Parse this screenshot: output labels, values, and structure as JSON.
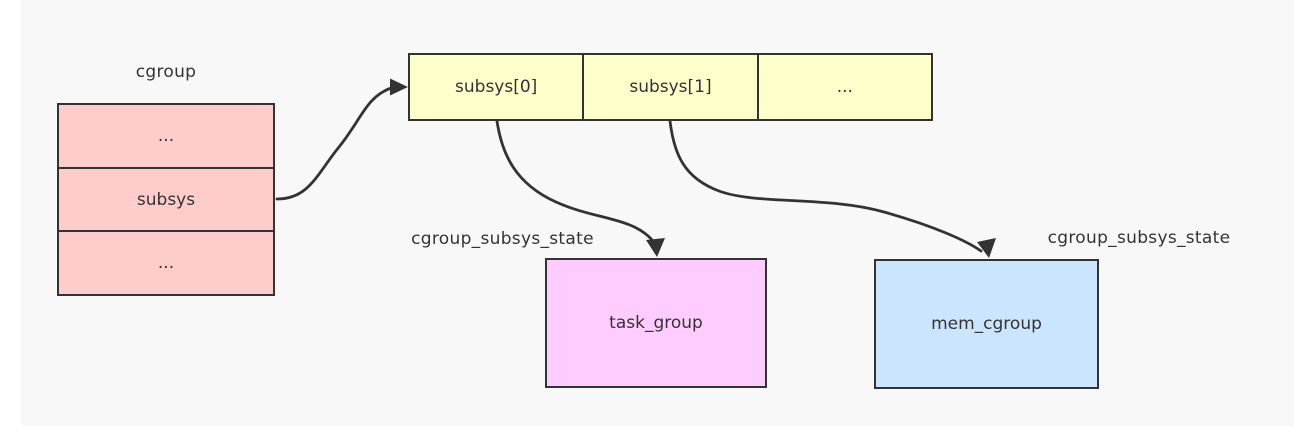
{
  "colors": {
    "stroke": "#333333",
    "text": "#333333",
    "panel": "#f8f8f8",
    "page": "#ffffff",
    "pink": "#ffcccc",
    "yellow": "#ffffcc",
    "violet": "#ffccff",
    "blue": "#cce5ff"
  },
  "diagram": {
    "cgroup": {
      "title": "cgroup",
      "rows": [
        "...",
        "subsys",
        "..."
      ]
    },
    "subsys_array": {
      "cells": [
        "subsys[0]",
        "subsys[1]",
        "..."
      ]
    },
    "task_group": {
      "label_above": "cgroup_subsys_state",
      "name": "task_group"
    },
    "mem_cgroup": {
      "label_above": "cgroup_subsys_state",
      "name": "mem_cgroup"
    }
  }
}
